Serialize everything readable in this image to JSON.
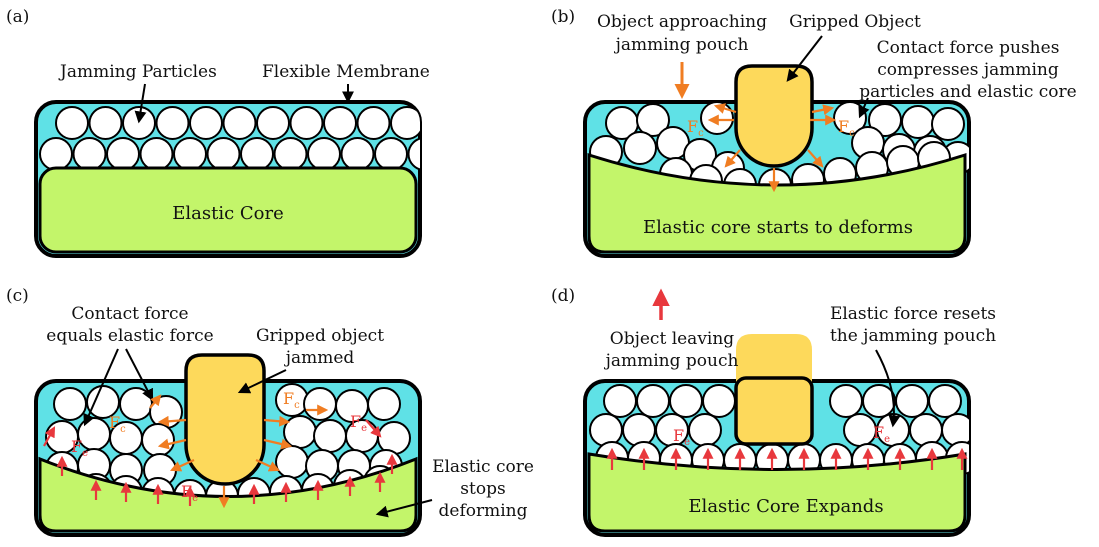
{
  "colors": {
    "fluid": "#5fe1e6",
    "core": "#c3f56a",
    "object": "#fdd95b",
    "outline": "#000000",
    "contact_force": "#f07d22",
    "elastic_force": "#e8383d"
  },
  "panel_a": {
    "tag": "(a)",
    "particles_label": "Jamming Particles",
    "membrane_label": "Flexible Membrane",
    "core_label": "Elastic Core"
  },
  "panel_b": {
    "tag": "(b)",
    "approach_label_1": "Object approaching",
    "approach_label_2": "jamming pouch",
    "gripped_label": "Gripped Object",
    "contact_label_1": "Contact force pushes",
    "contact_label_2": "compresses jamming",
    "contact_label_3": "particles and elastic core",
    "core_label": "Elastic core starts to deforms",
    "force_symbol": "F",
    "force_sub": "c"
  },
  "panel_c": {
    "tag": "(c)",
    "equal_label_1": "Contact force",
    "equal_label_2": "equals elastic force",
    "jammed_label_1": "Gripped object",
    "jammed_label_2": "jammed",
    "stops_label_1": "Elastic core",
    "stops_label_2": "stops",
    "stops_label_3": "deforming",
    "contact_symbol": "F",
    "contact_sub": "c",
    "elastic_symbol": "F",
    "elastic_sub": "e"
  },
  "panel_d": {
    "tag": "(d)",
    "leaving_label_1": "Object leaving",
    "leaving_label_2": "jamming pouch",
    "reset_label_1": "Elastic force resets",
    "reset_label_2": "the jamming pouch",
    "core_label": "Elastic Core Expands",
    "elastic_symbol": "F",
    "elastic_sub": "e"
  }
}
